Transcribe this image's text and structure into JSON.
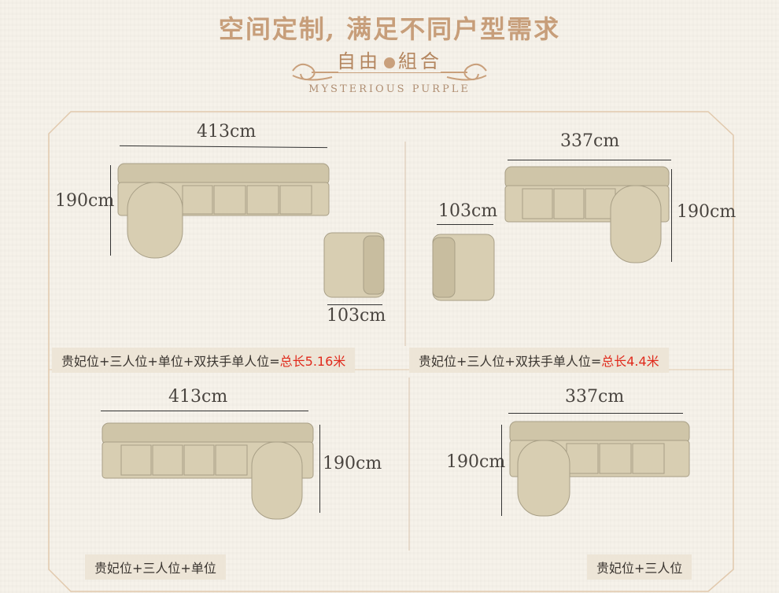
{
  "header": {
    "title": "空间定制, 满足不同户型需求",
    "subtitle_left": "自由",
    "subtitle_right": "組合",
    "english": "MYSTERIOUS PURPLE"
  },
  "panels": {
    "top_left": {
      "width": "413cm",
      "height": "190cm",
      "chair_width": "103cm",
      "caption_main": "贵妃位+三人位+单位+双扶手单人位=",
      "caption_total": "总长5.16米"
    },
    "top_right": {
      "width": "337cm",
      "height": "190cm",
      "chair_width": "103cm",
      "caption_main": "贵妃位+三人位+双扶手单人位=",
      "caption_total": "总长4.4米"
    },
    "bottom_left": {
      "width": "413cm",
      "height": "190cm",
      "caption_main": "贵妃位+三人位+单位"
    },
    "bottom_right": {
      "width": "337cm",
      "height": "190cm",
      "caption_main": "贵妃位+三人位"
    }
  },
  "colors": {
    "accent": "#c79e7a",
    "total_red": "#e02a1c",
    "sofa": "#d8ceb2"
  }
}
